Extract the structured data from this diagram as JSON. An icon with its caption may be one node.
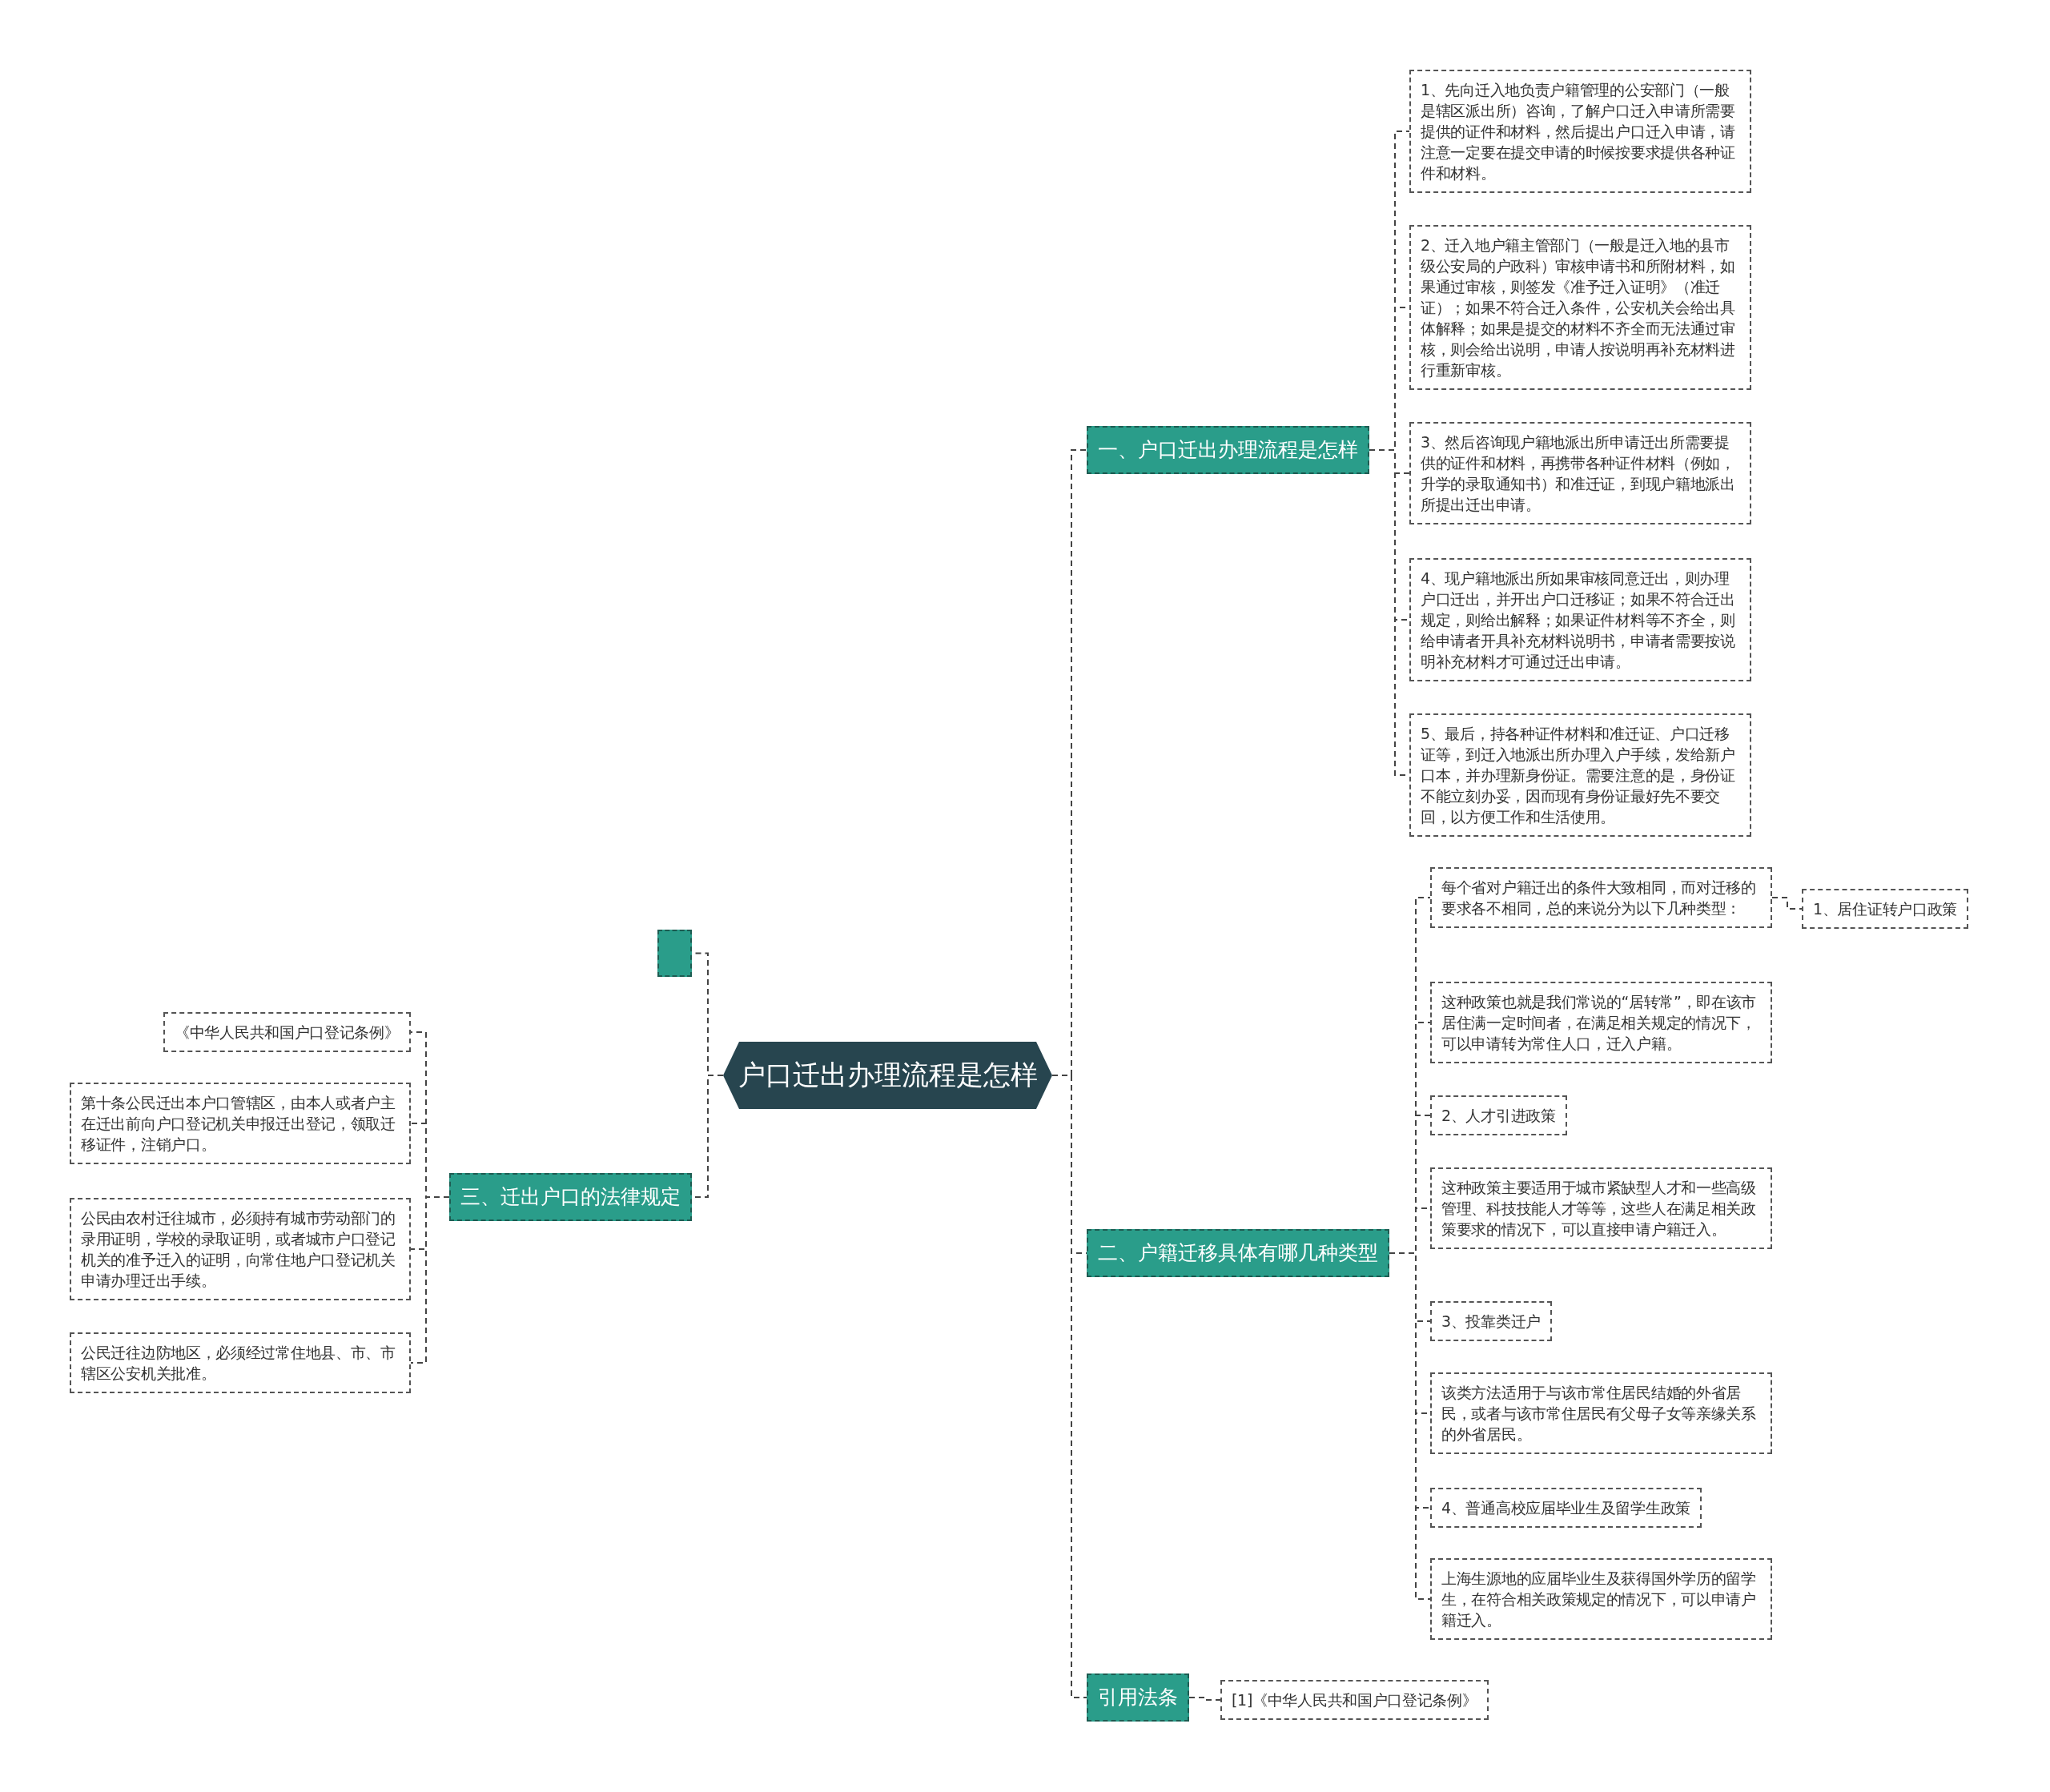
{
  "diagram": {
    "nodes": [
      {
        "text": [
          "户口迁出办理流程是怎样"
        ]
      },
      {
        "text": [
          "一、户口迁出办理流程是怎样"
        ]
      },
      {
        "text": [
          "1、先向迁入地负责户籍管理的公安部门（一般是辖区派出所）咨询，了解户口迁入申请所需要提供的证件和材料，然后提出户口迁入申请，请注意一定要在提交申请的时候按要求提供各种证件和材料。"
        ]
      },
      {
        "text": [
          "2、迁入地户籍主管部门（一般是迁入地的县市级公安局的户政科）审核申请书和所附材料，如果通过审核，则签发《准予迁入证明》（准迁证）；如果不符合迁入条件，公安机关会给出具体解释；如果是提交的材料不齐全而无法通过审核，则会给出说明，申请人按说明再补充材料进行重新审核。"
        ]
      },
      {
        "text": [
          "3、然后咨询现户籍地派出所申请迁出所需要提供的证件和材料，再携带各种证件材料（例如，升学的录取通知书）和准迁证，到现户籍地派出所提出迁出申请。"
        ]
      },
      {
        "text": [
          "4、现户籍地派出所如果审核同意迁出，则办理户口迁出，并开出户口迁移证；如果不符合迁出规定，则给出解释；如果证件材料等不齐全，则给申请者开具补充材料说明书，申请者需要按说明补充材料才可通过迁出申请。"
        ]
      },
      {
        "text": [
          "5、最后，持各种证件材料和准迁证、户口迁移证等，到迁入地派出所办理入户手续，发给新户口本，并办理新身份证。需要注意的是，身份证不能立刻办妥，因而现有身份证最好先不要交回，以方便工作和生活使用。"
        ]
      },
      {
        "text": [
          "二、户籍迁移具体有哪几种类型"
        ]
      },
      {
        "text": [
          "每个省对户籍迁出的条件大致相同，而对迁移的要求各不相同，总的来说分为以下几种类型："
        ]
      },
      {
        "text": [
          "1、居住证转户口政策"
        ]
      },
      {
        "text": [
          "这种政策也就是我们常说的“居转常”，即在该市居住满一定时间者，在满足相关规定的情况下，可以申请转为常住人口，迁入户籍。"
        ]
      },
      {
        "text": [
          "2、人才引进政策"
        ]
      },
      {
        "text": [
          "这种政策主要适用于城市紧缺型人才和一些高级管理、科技技能人才等等，这些人在满足相关政策要求的情况下，可以直接申请户籍迁入。"
        ]
      },
      {
        "text": [
          "3、投靠类迁户"
        ]
      },
      {
        "text": [
          "该类方法适用于与该市常住居民结婚的外省居民，或者与该市常住居民有父母子女等亲缘关系的外省居民。"
        ]
      },
      {
        "text": [
          "4、普通高校应届毕业生及留学生政策"
        ]
      },
      {
        "text": [
          "上海生源地的应届毕业生及获得国外学历的留学生，在符合相关政策规定的情况下，可以申请户籍迁入。"
        ]
      },
      {
        "text": [
          "引用法条"
        ]
      },
      {
        "text": [
          "[1]《中华人民共和国户口登记条例》"
        ]
      },
      {
        "text": [],
        "shape": "box"
      },
      {
        "text": [
          "三、迁出户口的法律规定"
        ]
      },
      {
        "text": [
          "《中华人民共和国户口登记条例》"
        ]
      },
      {
        "text": [
          "第十条公民迁出本户口管辖区，由本人或者户主在迁出前向户口登记机关申报迁出登记，领取迁移证件，注销户口。"
        ]
      },
      {
        "text": [
          "公民由农村迁往城市，必须持有城市劳动部门的录用证明，学校的录取证明，或者城市户口登记机关的准予迁入的证明，向常住地户口登记机关申请办理迁出手续。"
        ]
      },
      {
        "text": [
          "公民迁往边防地区，必须经过常住地县、市、市辖区公安机关批准。"
        ]
      }
    ],
    "edges": [
      {
        "from": 0,
        "to": 1,
        "arrow": "none"
      },
      {
        "from": 1,
        "to": 2,
        "arrow": "none"
      },
      {
        "from": 1,
        "to": 3,
        "arrow": "none"
      },
      {
        "from": 1,
        "to": 4,
        "arrow": "none"
      },
      {
        "from": 1,
        "to": 5,
        "arrow": "none"
      },
      {
        "from": 1,
        "to": 6,
        "arrow": "none"
      },
      {
        "from": 0,
        "to": 7,
        "arrow": "none"
      },
      {
        "from": 7,
        "to": 8,
        "arrow": "none"
      },
      {
        "from": 8,
        "to": 9,
        "arrow": "none"
      },
      {
        "from": 7,
        "to": 10,
        "arrow": "none"
      },
      {
        "from": 7,
        "to": 11,
        "arrow": "none"
      },
      {
        "from": 7,
        "to": 12,
        "arrow": "none"
      },
      {
        "from": 7,
        "to": 13,
        "arrow": "none"
      },
      {
        "from": 7,
        "to": 14,
        "arrow": "none"
      },
      {
        "from": 7,
        "to": 15,
        "arrow": "none"
      },
      {
        "from": 7,
        "to": 16,
        "arrow": "none"
      },
      {
        "from": 0,
        "to": 17,
        "arrow": "none"
      },
      {
        "from": 17,
        "to": 18,
        "arrow": "none"
      },
      {
        "from": 0,
        "to": 19,
        "arrow": "none"
      },
      {
        "from": 0,
        "to": 20,
        "arrow": "none"
      },
      {
        "from": 20,
        "to": 21,
        "arrow": "none"
      },
      {
        "from": 20,
        "to": 22,
        "arrow": "none"
      },
      {
        "from": 20,
        "to": 23,
        "arrow": "none"
      },
      {
        "from": 20,
        "to": 24,
        "arrow": "none"
      }
    ]
  }
}
